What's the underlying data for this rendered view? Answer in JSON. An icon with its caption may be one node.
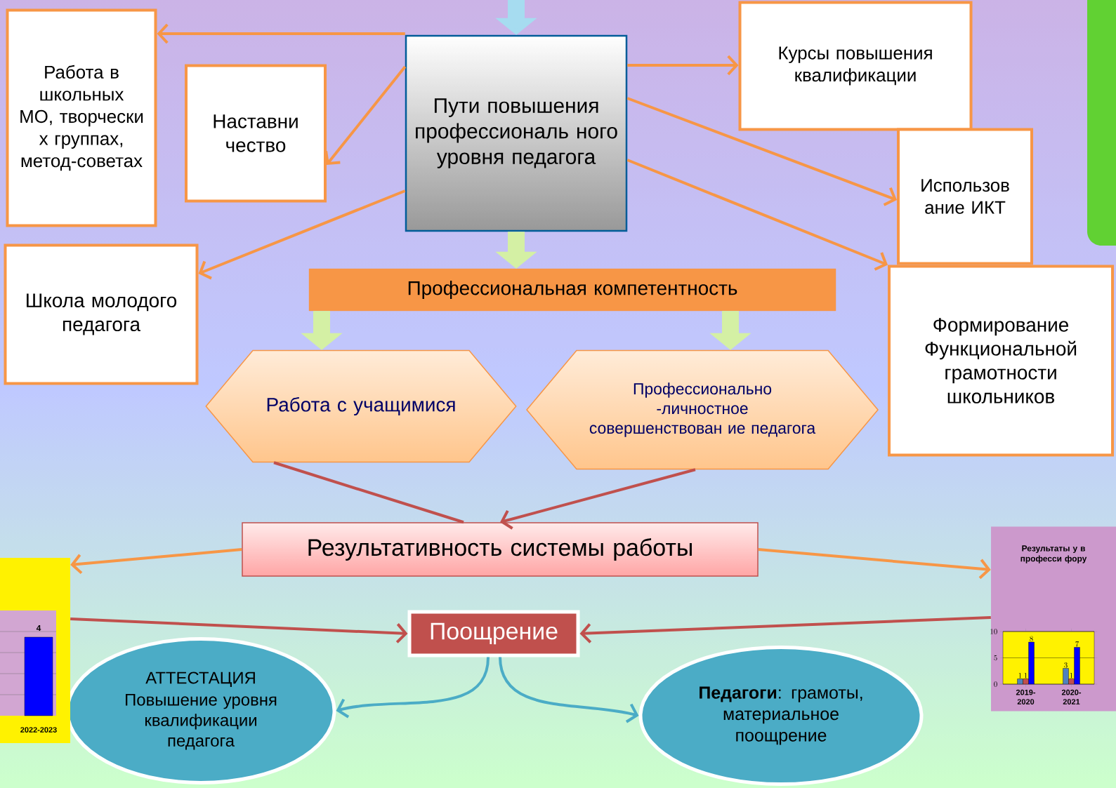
{
  "diagram": {
    "nodes": [
      {
        "text": [
          "Пути повышения профессиональ ного уровня педагога"
        ]
      },
      {
        "text": [
          "Работа в школьных МО, творчески х группах, метод-советах"
        ]
      },
      {
        "text": [
          "Наставни чество"
        ]
      },
      {
        "text": [
          "Курсы повышения квалификации"
        ]
      },
      {
        "text": [
          "Использов ание ИКТ"
        ]
      },
      {
        "text": [
          "Школа молодого педагога"
        ]
      },
      {
        "text": [
          "Формирование Функциональной грамотности школьников"
        ]
      },
      {
        "text": [
          "Профессиональная компетентность"
        ]
      },
      {
        "text": [
          "Работа с учащимися"
        ]
      },
      {
        "text": [
          "Профессионально -личностное совершенствован ие педагога"
        ]
      },
      {
        "text": [
          "Результативность системы работы"
        ]
      },
      {
        "text": [
          "Поощрение"
        ]
      },
      {
        "text": [
          "АТТЕСТАЦИЯ",
          "Повышение уровня квалификации педагога"
        ]
      },
      {
        "text": [
          "**Педагоги**: грамоты, материальное поощрение"
        ]
      },
      {
        "text": [
          "4",
          "2022-2023"
        ]
      },
      {
        "text": [],
        "shape": "box"
      }
    ],
    "edges": [
      {
        "from": null,
        "to": 0,
        "arrow": "to",
        "style": "thick",
        "color": "#a6dcf0"
      },
      {
        "from": 0,
        "to": 1,
        "arrow": "to"
      },
      {
        "from": 0,
        "to": 2,
        "arrow": "to"
      },
      {
        "from": 0,
        "to": 5,
        "arrow": "to"
      },
      {
        "from": 0,
        "to": 3,
        "arrow": "to"
      },
      {
        "from": 0,
        "to": 4,
        "arrow": "to"
      },
      {
        "from": 0,
        "to": 6,
        "arrow": "to"
      },
      {
        "from": 0,
        "to": 7,
        "arrow": "to",
        "style": "thick",
        "color": "#d4f0a4"
      },
      {
        "from": 7,
        "to": 8,
        "arrow": "to",
        "style": "thick",
        "color": "#d4f0a4"
      },
      {
        "from": 7,
        "to": 9,
        "arrow": "to",
        "style": "thick",
        "color": "#d4f0a4"
      },
      {
        "from": 8,
        "to": 10,
        "arrow": "none",
        "color": "#c0504d"
      },
      {
        "from": 9,
        "to": 10,
        "arrow": "to",
        "color": "#c0504d"
      },
      {
        "from": 10,
        "to": 14,
        "arrow": "to"
      },
      {
        "from": 10,
        "to": 15,
        "arrow": "to"
      },
      {
        "from": 14,
        "to": 11,
        "arrow": "to",
        "color": "#c0504d"
      },
      {
        "from": 15,
        "to": 11,
        "arrow": "to",
        "color": "#c0504d"
      },
      {
        "from": 11,
        "to": 12,
        "arrow": "to",
        "color": "#4bacc6"
      },
      {
        "from": 11,
        "to": 13,
        "arrow": "to",
        "color": "#4bacc6"
      }
    ],
    "chart_data": {
      "type": "bar",
      "title": "Результаты у в професси фору",
      "categories": [
        "2019-2020",
        "2020-2021"
      ],
      "series": [
        {
          "color": "#4f81bd",
          "values": [
            1,
            3
          ]
        },
        {
          "color": "#c0504d",
          "values": [
            1,
            1
          ]
        },
        {
          "color": "#0000ff",
          "values": [
            8,
            7
          ]
        }
      ],
      "ylim": [
        0,
        10
      ],
      "yticks": [
        0,
        5,
        10
      ],
      "data_labels": true
    }
  }
}
